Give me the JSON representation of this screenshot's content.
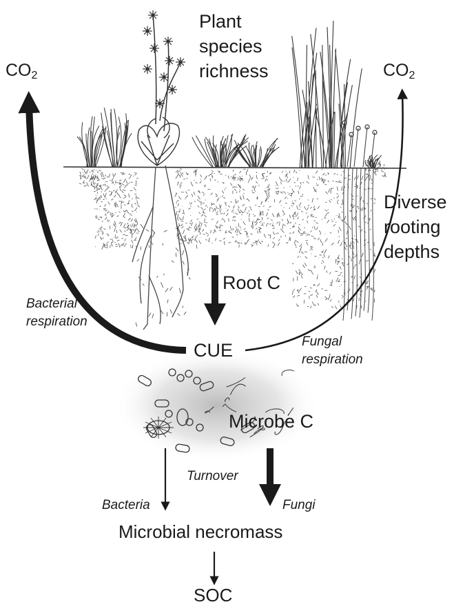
{
  "labels": {
    "plant_richness": [
      "Plant",
      "species",
      "richness"
    ],
    "co2_left": {
      "main": "CO",
      "sub": "2"
    },
    "co2_right": {
      "main": "CO",
      "sub": "2"
    },
    "rooting_depths": [
      "Diverse",
      "rooting",
      "depths"
    ],
    "root_c": "Root C",
    "bacterial_respiration": [
      "Bacterial",
      "respiration"
    ],
    "fungal_respiration": [
      "Fungal",
      "respiration"
    ],
    "cue": "CUE",
    "microbe_c": "Microbe C",
    "turnover": "Turnover",
    "bacteria": "Bacteria",
    "fungi": "Fungi",
    "microbial_necromass": "Microbial necromass",
    "soc": "SOC"
  },
  "colors": {
    "ink": "#1a1a1a",
    "plant": "#333333",
    "root": "#444444",
    "soil": "#555555",
    "microbe_cloud": "#9a9a9a"
  },
  "arrows": [
    {
      "from": "cue",
      "to": "co2_left",
      "process": "bacterial_respiration",
      "weight": "thick"
    },
    {
      "from": "cue",
      "to": "co2_right",
      "process": "fungal_respiration",
      "weight": "thin"
    },
    {
      "from": "plants",
      "to": "cue",
      "label": "root_c",
      "weight": "thick"
    },
    {
      "from": "microbe_c",
      "to": "microbial_necromass",
      "label": "bacteria",
      "weight": "thin"
    },
    {
      "from": "microbe_c",
      "to": "microbial_necromass",
      "label": "fungi",
      "weight": "thick"
    },
    {
      "from": "microbial_necromass",
      "to": "soc",
      "weight": "thin"
    }
  ]
}
